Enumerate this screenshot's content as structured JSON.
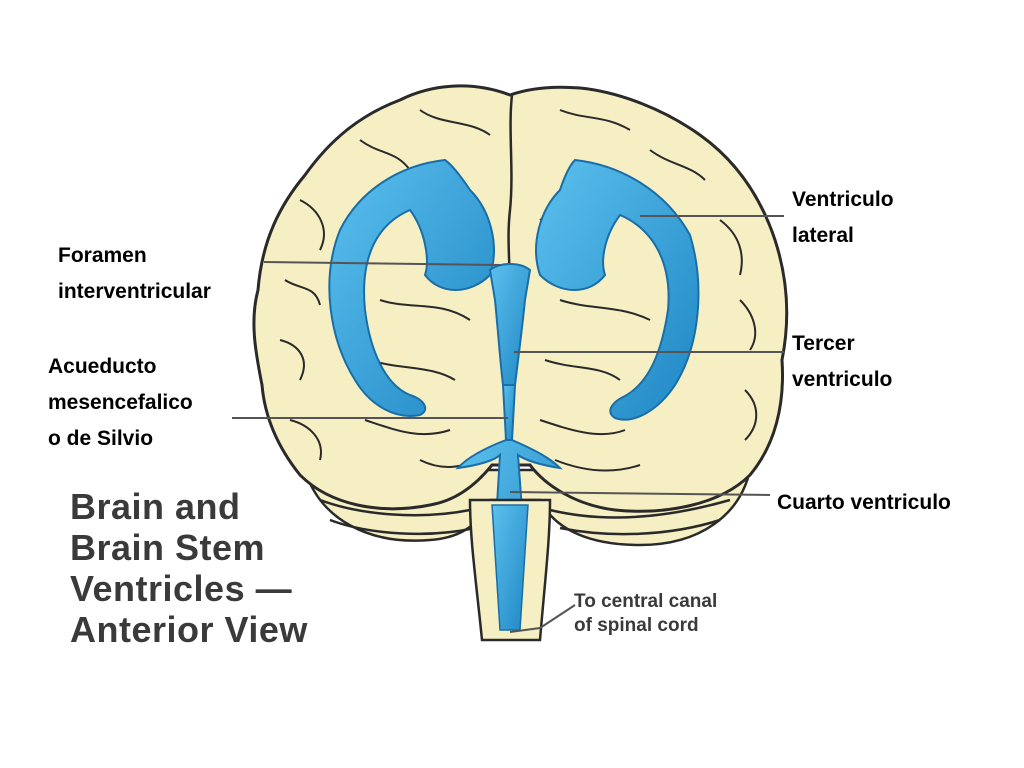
{
  "diagram": {
    "title_lines": [
      "Brain and",
      "Brain Stem",
      "Ventricles —",
      "Anterior View"
    ],
    "canal_note_lines": [
      "To central canal",
      "of spinal cord"
    ],
    "labels": {
      "ventriculo_lateral": [
        "Ventriculo",
        "lateral"
      ],
      "foramen_interventricular": [
        "Foramen",
        "interventricular"
      ],
      "tercer_ventriculo": [
        "Tercer",
        "ventriculo"
      ],
      "acueducto": [
        "Acueducto",
        "mesencefalico",
        "o de Silvio"
      ],
      "cuarto_ventriculo": [
        "Cuarto ventriculo"
      ]
    },
    "colors": {
      "brain": "#f6efc4",
      "outline": "#2a2a2a",
      "ventricle": "#38a6dc",
      "ventricle_dark": "#1a78b4",
      "leader": "#555555"
    }
  }
}
